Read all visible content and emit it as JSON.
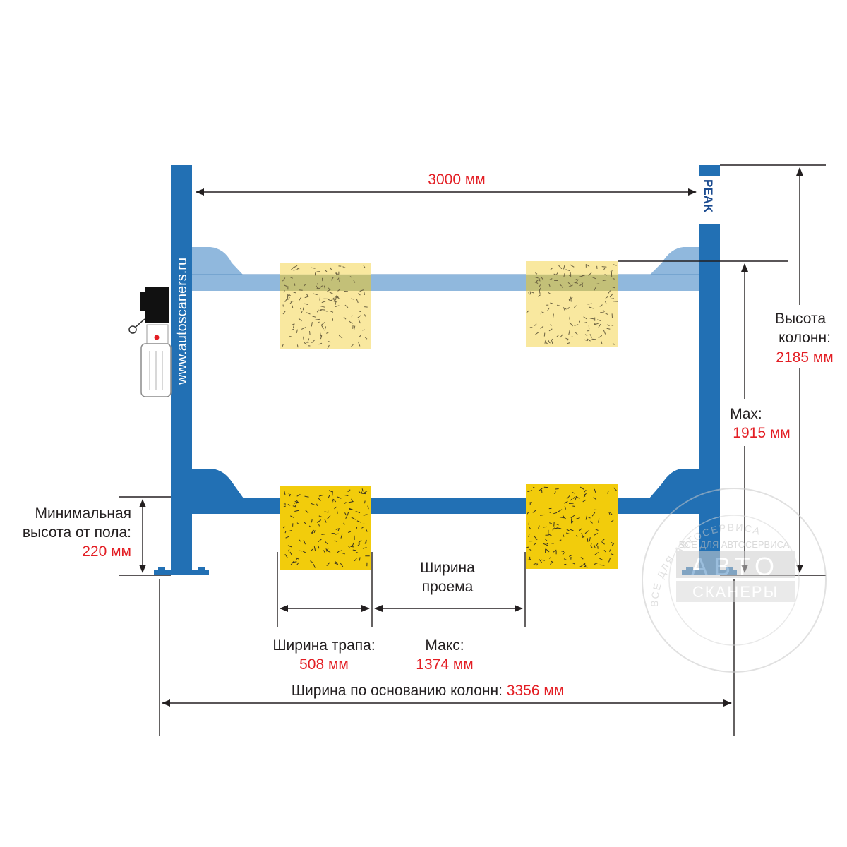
{
  "watermark": {
    "url": "www.autoscaners.ru",
    "brand": "PEAK",
    "ring_text": "ВСЕ ДЛЯ АВТОСЕРВИСА",
    "stamp_top": "ВСЕ ДЛЯ АВТОСЕРВИСА",
    "stamp_word1": "АВТО",
    "stamp_word2": "СКАНЕРЫ"
  },
  "dimensions": {
    "span": {
      "value": "3000 мм"
    },
    "column_height": {
      "label1": "Высота",
      "label2": "колонн:",
      "value": "2185 мм"
    },
    "max_height": {
      "label": "Max:",
      "value": "1915 мм"
    },
    "min_height": {
      "label1": "Минимальная",
      "label2": "высота от пола:",
      "value": "220 мм"
    },
    "opening": {
      "label1": "Ширина",
      "label2": "проема"
    },
    "runway_width": {
      "label": "Ширина трапа:",
      "value": "508 мм"
    },
    "opening_max": {
      "label": "Макс:",
      "value": "1374 мм"
    },
    "base_width": {
      "label": "Ширина по основанию колонн:",
      "value": "3356 мм"
    }
  },
  "colors": {
    "column_blue": "#2270b4",
    "raised_blue": "#90b8dd",
    "pad_yellow": "#f2cc0c",
    "pad_yellow_light": "#f8e48e",
    "dim_text": "#231f20",
    "value_red": "#e31e24"
  }
}
